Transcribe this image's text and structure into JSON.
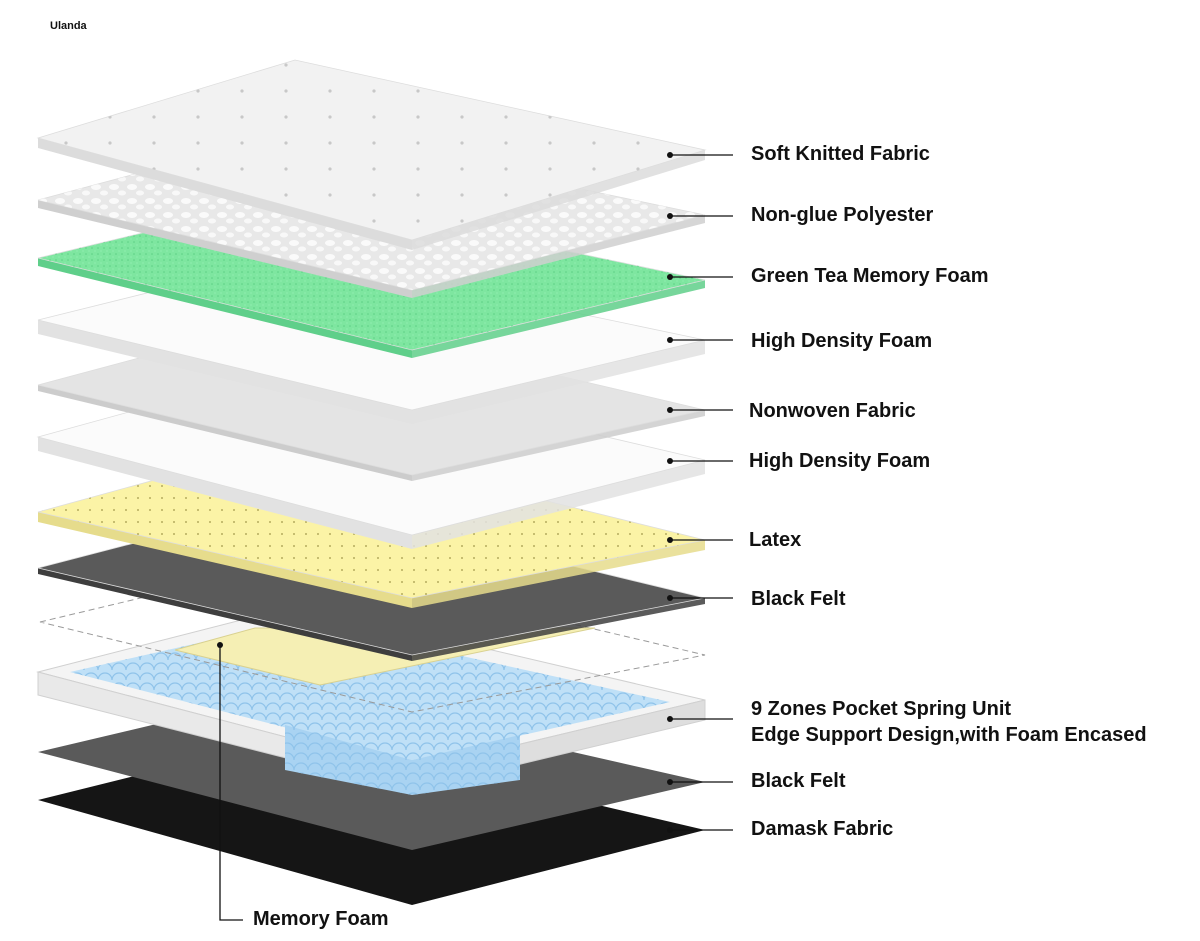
{
  "brand": "Ulanda",
  "layers": [
    {
      "id": "soft-knitted-fabric",
      "label": "Soft Knitted Fabric",
      "color": "#f2f2f2"
    },
    {
      "id": "non-glue-polyester",
      "label": "Non-glue Polyester",
      "color": "#e8e8e8"
    },
    {
      "id": "green-tea-memory-foam",
      "label": "Green Tea Memory Foam",
      "color": "#7ee6a0"
    },
    {
      "id": "high-density-foam-1",
      "label": "High Density Foam",
      "color": "#fbfbfb"
    },
    {
      "id": "nonwoven-fabric",
      "label": "Nonwoven Fabric",
      "color": "#e4e4e4"
    },
    {
      "id": "high-density-foam-2",
      "label": "High Density Foam",
      "color": "#fbfbfb"
    },
    {
      "id": "latex",
      "label": "Latex",
      "color": "#fbf3a6"
    },
    {
      "id": "black-felt-1",
      "label": "Black Felt",
      "color": "#5a5a5a"
    },
    {
      "id": "pocket-spring-unit",
      "label_line1": "9 Zones Pocket Spring Unit",
      "label_line2": "Edge Support Design,with Foam Encased",
      "color": "#bfe0f7"
    },
    {
      "id": "black-felt-2",
      "label": "Black Felt",
      "color": "#5a5a5a"
    },
    {
      "id": "damask-fabric",
      "label": "Damask Fabric",
      "color": "#151515"
    }
  ],
  "memory_foam": {
    "label": "Memory Foam",
    "color": "#f5efb4"
  }
}
